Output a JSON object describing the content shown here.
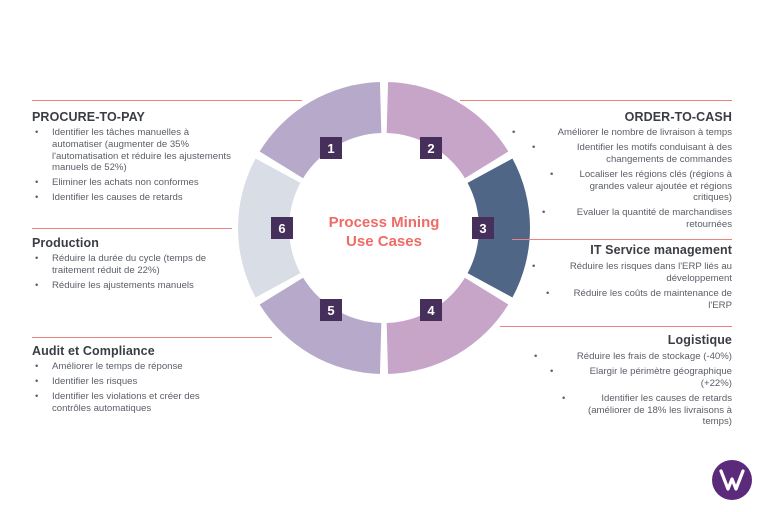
{
  "center": {
    "line1": "Process Mining",
    "line2": "Use Cases"
  },
  "wheel": {
    "numbers": [
      "1",
      "2",
      "3",
      "4",
      "5",
      "6"
    ],
    "colors": {
      "seg1": "#b7a9c9",
      "seg2": "#c7a5c9",
      "seg3": "#4f6686",
      "seg4": "#c7a5c9",
      "seg5": "#b7a9c9",
      "seg6": "#d9dde6",
      "number_box": "#472f5c",
      "center_text": "#ee6b66"
    }
  },
  "sections": {
    "procure": {
      "title": "PROCURE-TO-PAY",
      "items": [
        "Identifier les tâches manuelles à automatiser (augmenter de 35% l'automatisation et réduire les ajustements manuels de 52%)",
        "Eliminer les achats non conformes",
        "Identifier les causes de retards"
      ]
    },
    "production": {
      "title": "Production",
      "items": [
        "Réduire la durée du cycle (temps de traitement réduit de 22%)",
        "Réduire les ajustements manuels"
      ]
    },
    "audit": {
      "title": "Audit et Compliance",
      "items": [
        "Améliorer le temps de réponse",
        "Identifier les risques",
        "Identifier les violations et créer des contrôles automatiques"
      ]
    },
    "order": {
      "title": "ORDER-TO-CASH",
      "items": [
        "Améliorer le nombre de livraison à temps",
        "Identifier les motifs conduisant à des changements de commandes",
        "Localiser les régions clés (régions à grandes valeur ajoutée et régions critiques)",
        "Evaluer la quantité de marchandises retournées"
      ]
    },
    "itsm": {
      "title": "IT Service management",
      "items": [
        "Réduire les risques dans l'ERP liés au développement",
        "Réduire les coûts de maintenance de l'ERP"
      ]
    },
    "logistique": {
      "title": "Logistique",
      "items": [
        "Réduire les frais de stockage (-40%)",
        "Elargir le périmètre géographique (+22%)",
        "Identifier les causes de retards (améliorer de 18% les livraisons à temps)"
      ]
    }
  },
  "logo": {
    "letter": "W",
    "color": "#5b2a7a"
  },
  "accent_line_color": "#e8837d"
}
